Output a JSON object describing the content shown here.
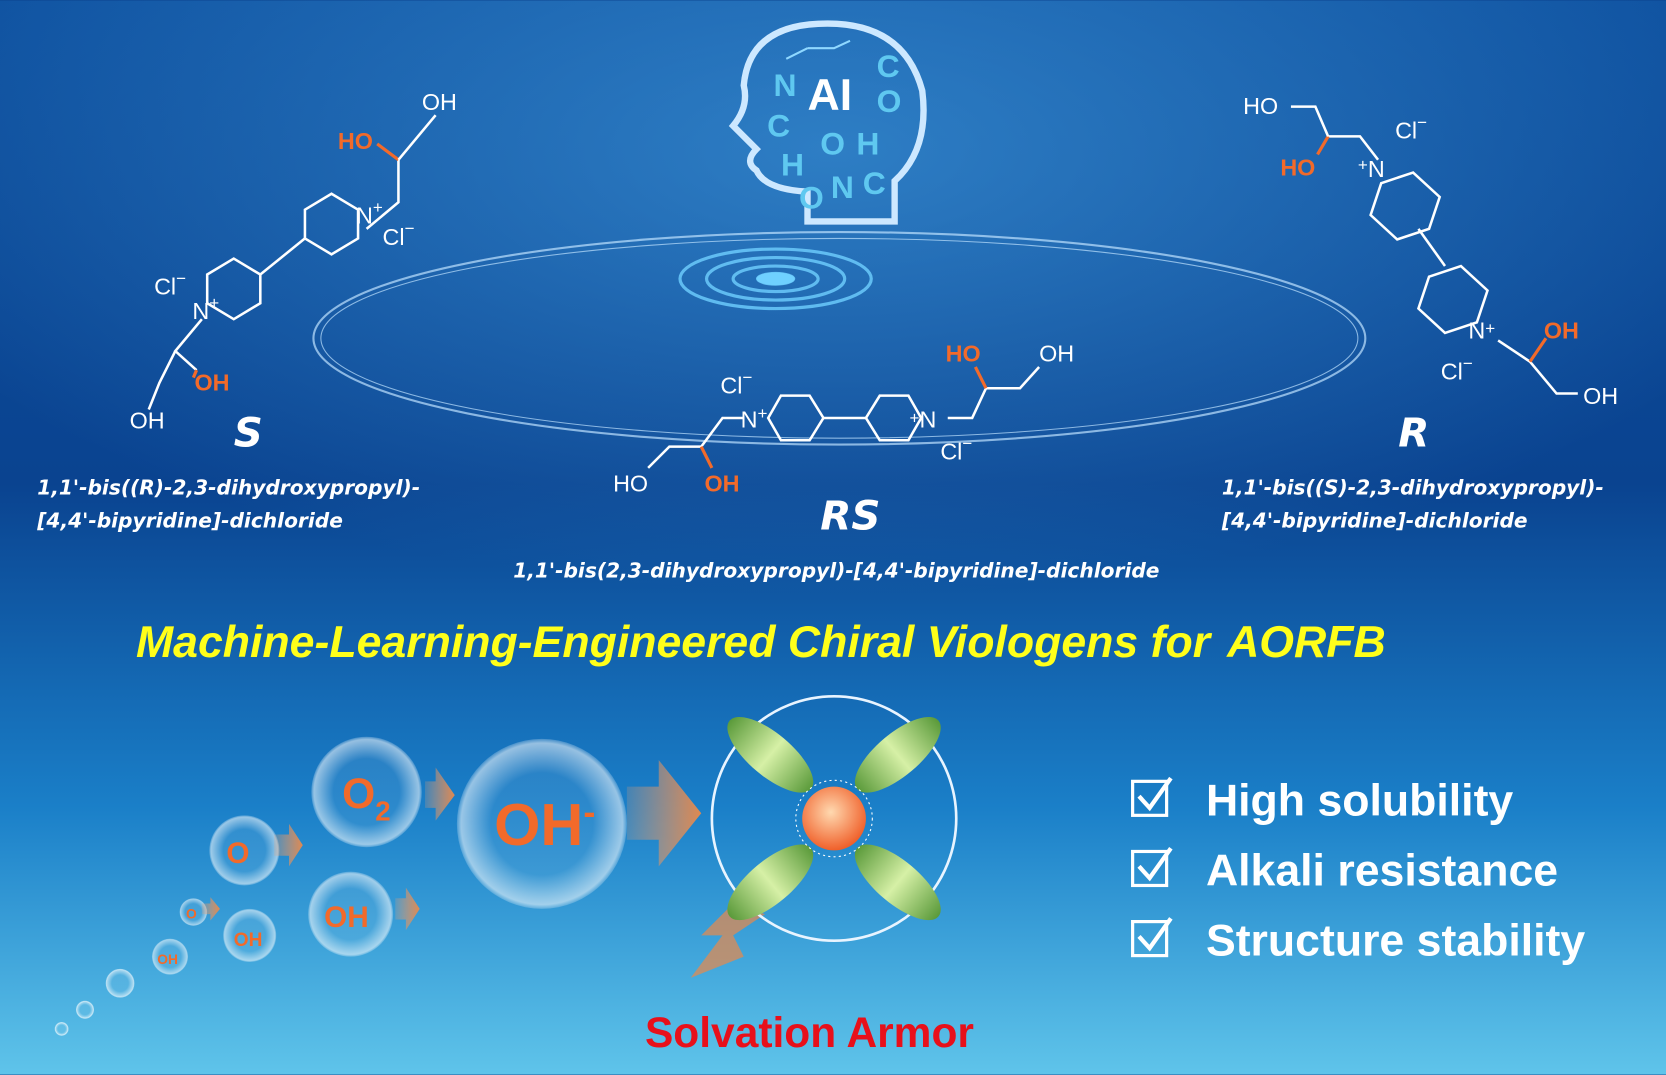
{
  "ai_head": {
    "label": "AI",
    "letters": [
      "N",
      "C",
      "C",
      "O",
      "H",
      "O",
      "H",
      "O",
      "N",
      "C"
    ]
  },
  "molecules": {
    "s": {
      "isomer": "S",
      "name_line1": "1,1'-bis((R)-2,3-dihydroxypropyl)-",
      "name_line2": "[4,4'-bipyridine]-dichloride",
      "labels": [
        "OH",
        "HO",
        "N",
        "+",
        "Cl",
        "−",
        "Cl",
        "−",
        "N",
        "+",
        "OH",
        "OH"
      ]
    },
    "rs": {
      "isomer": "RS",
      "name": "1,1'-bis(2,3-dihydroxypropyl)-[4,4'-bipyridine]-dichloride",
      "labels": [
        "Cl",
        "−",
        "N",
        "+",
        "+",
        "N",
        "Cl",
        "−",
        "HO",
        "OH",
        "HO",
        "OH"
      ]
    },
    "r": {
      "isomer": "R",
      "name_line1": "1,1'-bis((S)-2,3-dihydroxypropyl)-",
      "name_line2": "[4,4'-bipyridine]-dichloride",
      "labels": [
        "HO",
        "HO",
        "Cl",
        "−",
        "+",
        "N",
        "N",
        "+",
        "OH",
        "Cl",
        "−",
        "OH"
      ]
    }
  },
  "title": {
    "main": "Machine-Learning-Engineered Chiral Viologens for",
    "emph": "AORFB"
  },
  "bubbles": {
    "o2": "O",
    "o2_sub": "2",
    "oh": "OH",
    "oh_sup": "-"
  },
  "solvation_label": "Solvation Armor",
  "checklist": [
    {
      "label": "High solubility",
      "icon": "checkbox-checked-icon"
    },
    {
      "label": "Alkali resistance",
      "icon": "checkbox-checked-icon"
    },
    {
      "label": "Structure stability",
      "icon": "checkbox-checked-icon"
    }
  ],
  "colors": {
    "accent_orange": "#f26a2a",
    "title_yellow": "#ffff1a",
    "label_red": "#e8101a"
  }
}
